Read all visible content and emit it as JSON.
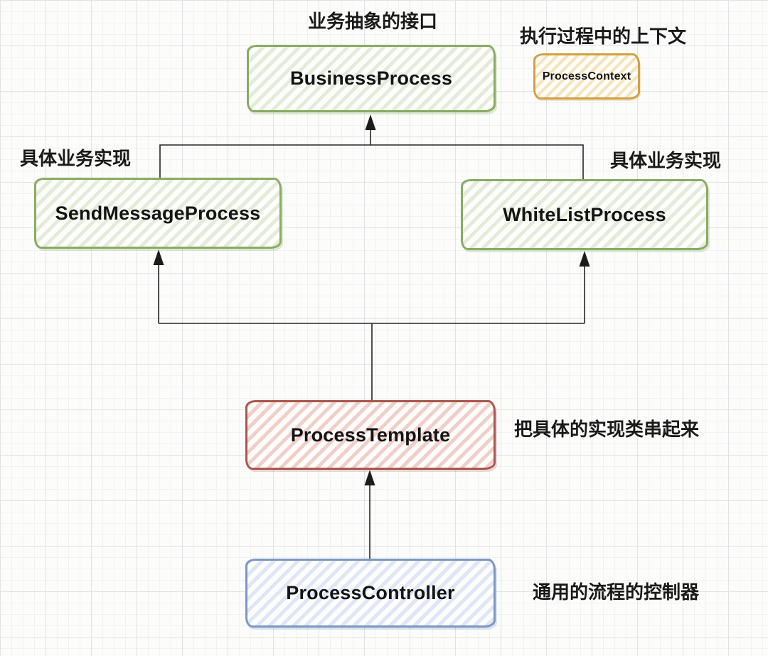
{
  "diagram": {
    "nodes": {
      "business_process": {
        "label": "BusinessProcess",
        "color": "#88ac62"
      },
      "process_context": {
        "label": "ProcessContext",
        "color": "#d1a142"
      },
      "send_message_process": {
        "label": "SendMessageProcess",
        "color": "#88ac62"
      },
      "white_list_process": {
        "label": "WhiteListProcess",
        "color": "#88ac62"
      },
      "process_template": {
        "label": "ProcessTemplate",
        "color": "#aa564c"
      },
      "process_controller": {
        "label": "ProcessController",
        "color": "#7c97c3"
      }
    },
    "annotations": {
      "business_process": "业务抽象的接口",
      "process_context": "执行过程中的上下文",
      "send_message_process": "具体业务实现",
      "white_list_process": "具体业务实现",
      "process_template": "把具体的实现类串起来",
      "process_controller": "通用的流程的控制器"
    },
    "edges": [
      {
        "from": "SendMessageProcess",
        "to": "BusinessProcess"
      },
      {
        "from": "WhiteListProcess",
        "to": "BusinessProcess"
      },
      {
        "from": "ProcessTemplate",
        "to": "SendMessageProcess"
      },
      {
        "from": "ProcessTemplate",
        "to": "WhiteListProcess"
      },
      {
        "from": "ProcessController",
        "to": "ProcessTemplate"
      }
    ],
    "arrow_color": "#262626"
  }
}
